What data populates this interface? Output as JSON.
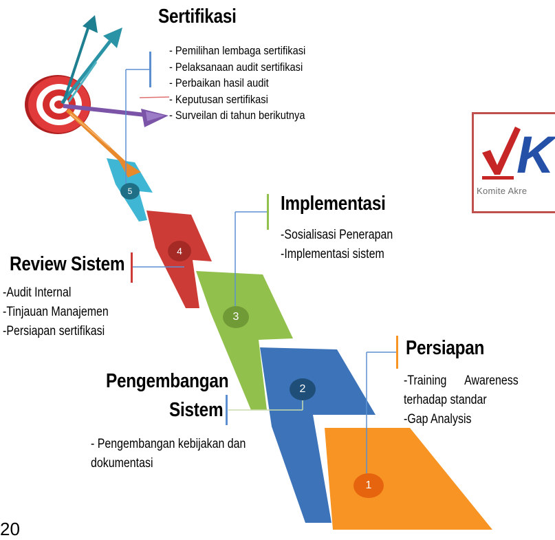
{
  "stages": [
    {
      "number": "1",
      "title": "Persiapan",
      "items": [
        "-Training      Awareness",
        "terhadap standar",
        "-Gap Analysis"
      ]
    },
    {
      "number": "2",
      "title_line1": "Pengembangan",
      "title_line2": "Sistem",
      "items": [
        "- Pengembangan kebijakan dan",
        "dokumentasi"
      ]
    },
    {
      "number": "3",
      "title": "Implementasi",
      "items": [
        "-Sosialisasi Penerapan",
        "-Implementasi sistem"
      ]
    },
    {
      "number": "4",
      "title": "Review Sistem",
      "items": [
        "-Audit Internal",
        "-Tinjauan Manajemen",
        "-Persiapan sertifikasi"
      ]
    },
    {
      "number": "5",
      "title": "Sertifikasi",
      "items": [
        "- Pemilihan lembaga sertifikasi",
        "- Pelaksanaan audit sertifikasi",
        "- Perbaikan hasil audit",
        "- Keputusan sertifikasi",
        "- Surveilan di tahun berikutnya"
      ]
    }
  ],
  "logo": {
    "letters": "K",
    "caption": "Komite Akre"
  },
  "page_number": "20",
  "colors": {
    "stage1": "#f79423",
    "stage2": "#3d73b9",
    "stage3": "#92c04c",
    "stage4": "#cd3b37",
    "stage5": "#3fb7d4",
    "badge1": "#e7640f",
    "badge2": "#1f4e79",
    "badge3": "#6f9a35",
    "badge4": "#a52a26",
    "badge5": "#1f6f86",
    "target_red": "#d42d2d",
    "arrow_purple": "#7b54a8",
    "arrow_orange": "#e8892b",
    "arrow_teal": "#2a93a6"
  },
  "icons": [
    "target-icon",
    "dart-arrow-icon",
    "checkmark-logo-icon"
  ]
}
